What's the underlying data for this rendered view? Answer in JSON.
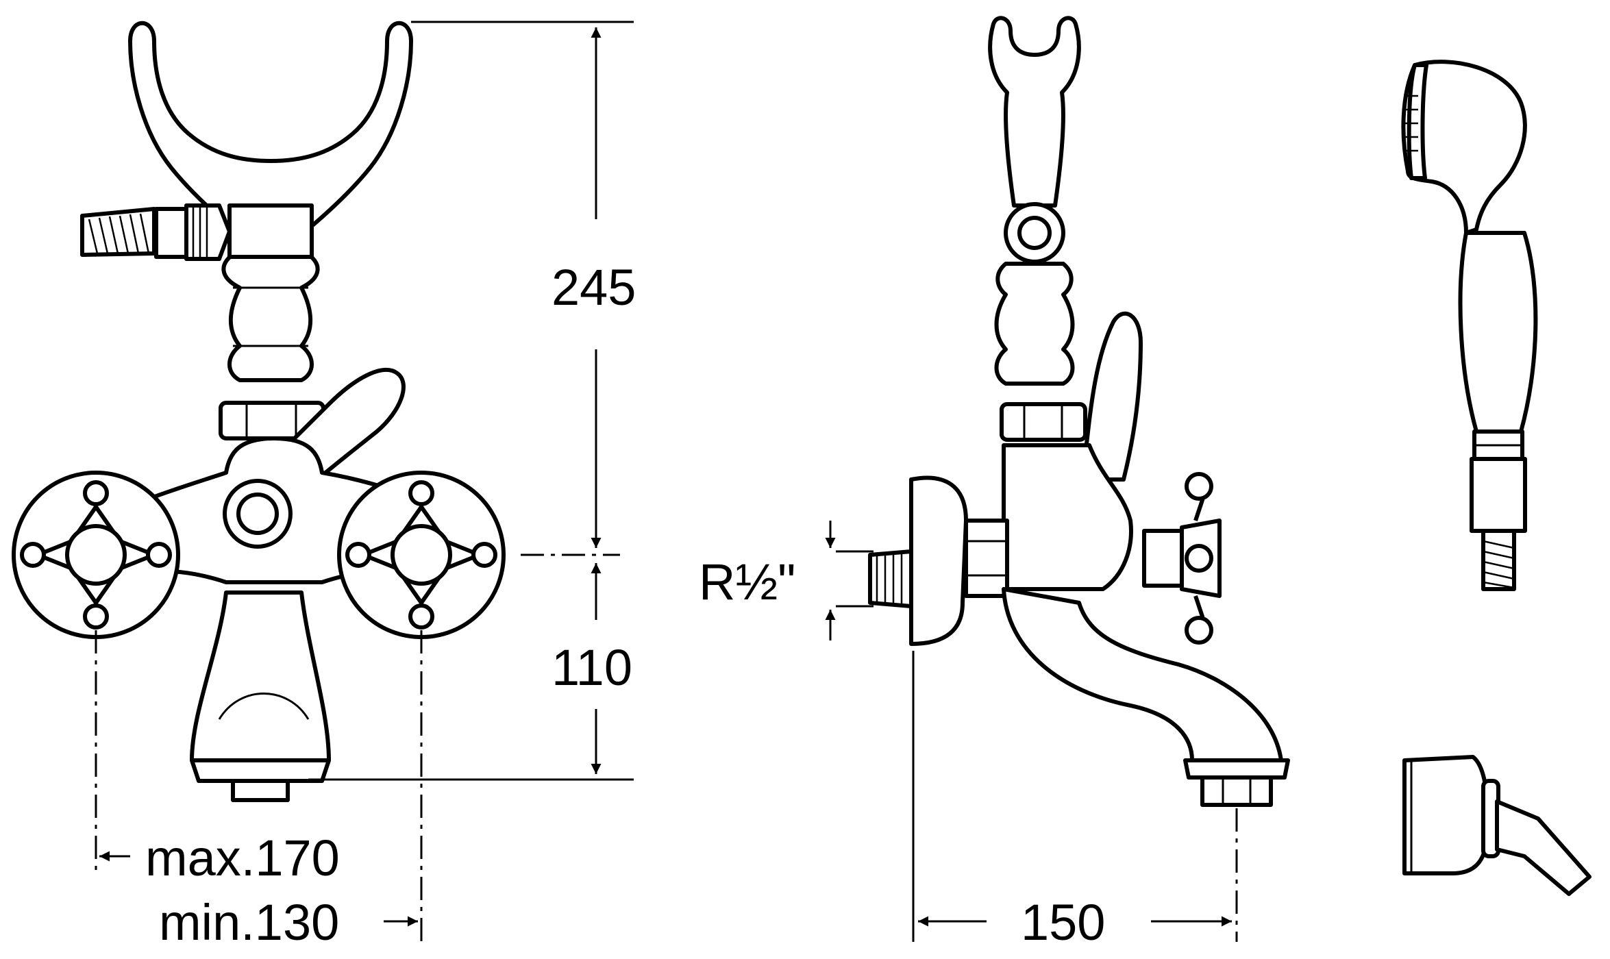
{
  "dimensions": {
    "height_upper": "245",
    "height_lower": "110",
    "spacing_max": "max.170",
    "spacing_min": "min.130",
    "projection": "150",
    "thread": "R½\""
  },
  "views": [
    "front-view",
    "side-view",
    "hand-shower",
    "wall-bracket"
  ],
  "colors": {
    "ink": "#000000",
    "paper": "#ffffff"
  }
}
